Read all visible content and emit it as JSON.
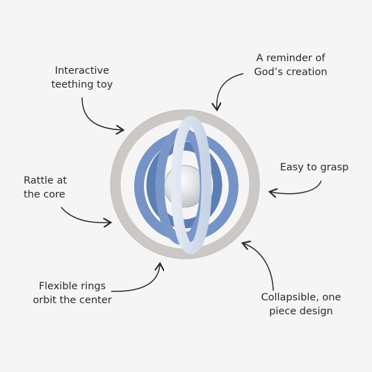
{
  "colors": {
    "background": "#f5f5f5",
    "outer_ring": "#c9c6c4",
    "pale_blue_ring": "#d6dfee",
    "mid_blue_ring": "#6f8fc4",
    "dark_blue_ring": "#5a7fb5",
    "core_ball": "#cfd3d8",
    "annotation_text": "#2a2a2a"
  },
  "callouts": [
    {
      "line1": "Interactive",
      "line2": "teething toy"
    },
    {
      "line1": "A reminder of",
      "line2": "God’s creation"
    },
    {
      "line1": "Rattle at",
      "line2": "the core"
    },
    {
      "line1": "Easy to grasp",
      "line2": ""
    },
    {
      "line1": "Flexible rings",
      "line2": "orbit the center"
    },
    {
      "line1": "Collapsible, one",
      "line2": "piece design"
    }
  ],
  "product": {
    "name_icon": "gyroscope-teether-toy"
  }
}
